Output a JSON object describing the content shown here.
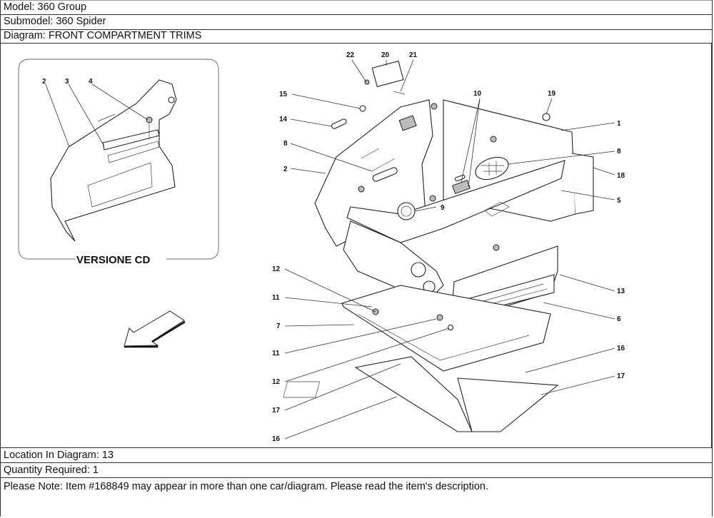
{
  "header": {
    "model": "Model: 360 Group",
    "submodel": "Submodel: 360 Spider",
    "diagram": "Diagram: FRONT COMPARTMENT TRIMS"
  },
  "inset": {
    "caption": "VERSIONE CD",
    "callouts": [
      "2",
      "3",
      "4"
    ]
  },
  "diagram": {
    "callouts": {
      "c22": "22",
      "c20": "20",
      "c21": "21",
      "c15": "15",
      "c14": "14",
      "c8a": "8",
      "c2": "2",
      "c10": "10",
      "c19": "19",
      "c1": "1",
      "c8b": "8",
      "c18": "18",
      "c5": "5",
      "c9": "9",
      "c12a": "12",
      "c11a": "11",
      "c7": "7",
      "c11b": "11",
      "c12b": "12",
      "c17a": "17",
      "c16a": "16",
      "c13": "13",
      "c6": "6",
      "c16b": "16",
      "c17b": "17"
    }
  },
  "footer": {
    "location": "Location In Diagram: 13",
    "quantity": "Quantity Required: 1",
    "note": "Please Note: Item #168849 may appear in more than one car/diagram. Please read the item's description."
  }
}
